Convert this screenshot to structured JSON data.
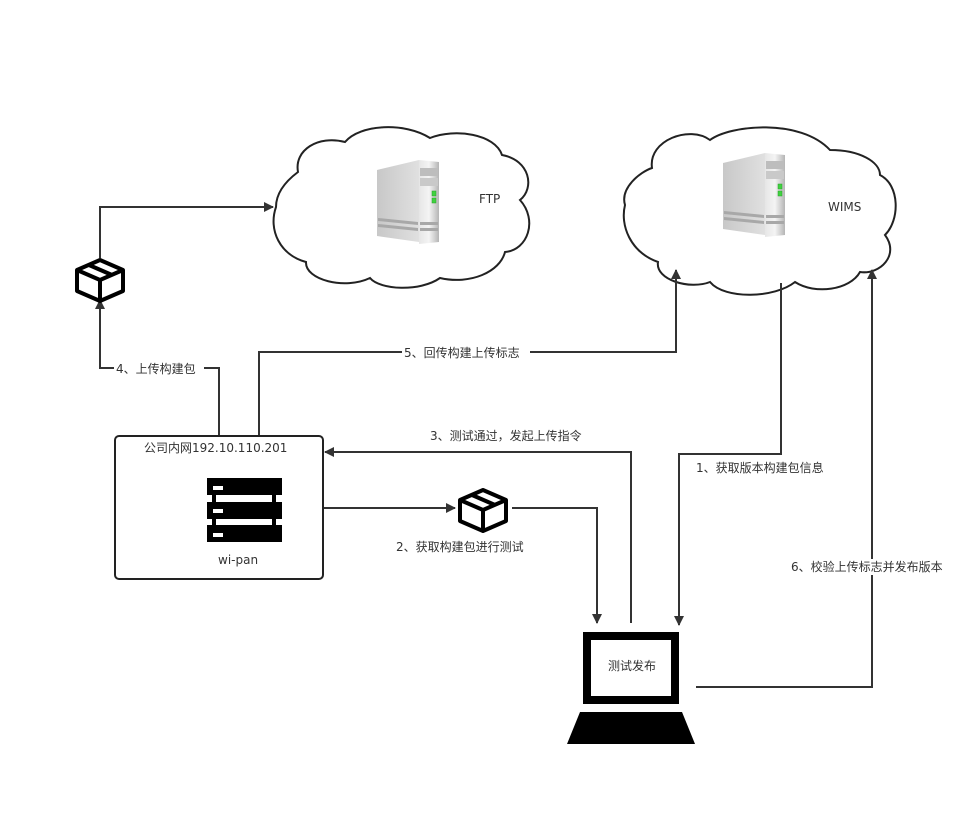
{
  "nodes": {
    "ftp": {
      "label": "FTP",
      "icon": "server-tower-icon"
    },
    "wims": {
      "label": "WIMS",
      "icon": "server-tower-icon"
    },
    "intranet": {
      "title": "公司内网192.10.110.201",
      "label": "wi-pan",
      "icon": "server-rack-icon"
    },
    "client": {
      "label": "测试发布",
      "icon": "laptop-icon"
    },
    "package_left": {
      "icon": "package-icon"
    },
    "package_mid": {
      "icon": "package-icon"
    }
  },
  "edges": [
    {
      "id": "step1",
      "label": "1、获取版本构建包信息",
      "from": "wims",
      "to": "client"
    },
    {
      "id": "step2",
      "label": "2、获取构建包进行测试",
      "from": "intranet",
      "to": "client"
    },
    {
      "id": "step3",
      "label": "3、测试通过，发起上传指令",
      "from": "client",
      "to": "intranet"
    },
    {
      "id": "step4",
      "label": "4、上传构建包",
      "from": "intranet",
      "to": "ftp"
    },
    {
      "id": "step5",
      "label": "5、回传构建上传标志",
      "from": "intranet",
      "to": "wims"
    },
    {
      "id": "step6",
      "label": "6、校验上传标志并发布版本",
      "from": "client",
      "to": "wims"
    }
  ],
  "colors": {
    "line": "#333333",
    "led": "#3fd23f",
    "icon": "#000000"
  }
}
